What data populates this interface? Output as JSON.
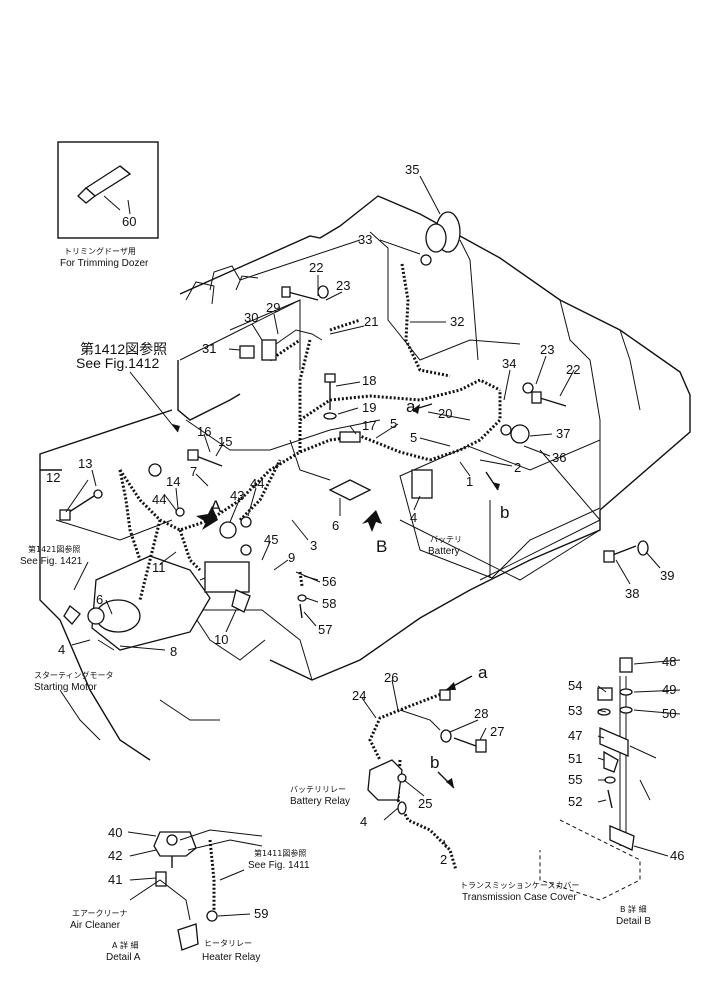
{
  "callouts": [
    {
      "n": "35"
    },
    {
      "n": "33"
    },
    {
      "n": "22"
    },
    {
      "n": "23"
    },
    {
      "n": "29"
    },
    {
      "n": "30"
    },
    {
      "n": "21"
    },
    {
      "n": "32"
    },
    {
      "n": "31"
    },
    {
      "n": "18"
    },
    {
      "n": "19"
    },
    {
      "n": "17"
    },
    {
      "n": "34"
    },
    {
      "n": "23"
    },
    {
      "n": "22"
    },
    {
      "n": "20"
    },
    {
      "n": "5"
    },
    {
      "n": "5"
    },
    {
      "n": "37"
    },
    {
      "n": "36"
    },
    {
      "n": "2"
    },
    {
      "n": "1"
    },
    {
      "n": "16"
    },
    {
      "n": "15"
    },
    {
      "n": "13"
    },
    {
      "n": "12"
    },
    {
      "n": "14"
    },
    {
      "n": "44"
    },
    {
      "n": "7"
    },
    {
      "n": "43"
    },
    {
      "n": "44"
    },
    {
      "n": "3"
    },
    {
      "n": "45"
    },
    {
      "n": "9"
    },
    {
      "n": "6"
    },
    {
      "n": "4"
    },
    {
      "n": "11"
    },
    {
      "n": "6"
    },
    {
      "n": "4"
    },
    {
      "n": "8"
    },
    {
      "n": "10"
    },
    {
      "n": "56"
    },
    {
      "n": "58"
    },
    {
      "n": "57"
    },
    {
      "n": "38"
    },
    {
      "n": "39"
    },
    {
      "n": "26"
    },
    {
      "n": "24"
    },
    {
      "n": "28"
    },
    {
      "n": "27"
    },
    {
      "n": "25"
    },
    {
      "n": "4"
    },
    {
      "n": "2"
    },
    {
      "n": "48"
    },
    {
      "n": "54"
    },
    {
      "n": "49"
    },
    {
      "n": "53"
    },
    {
      "n": "50"
    },
    {
      "n": "47"
    },
    {
      "n": "51"
    },
    {
      "n": "55"
    },
    {
      "n": "52"
    },
    {
      "n": "46"
    },
    {
      "n": "40"
    },
    {
      "n": "42"
    },
    {
      "n": "41"
    },
    {
      "n": "59"
    },
    {
      "n": "60"
    }
  ],
  "refs": {
    "a_upper": "a",
    "a_lower": "a",
    "b_upper": "b",
    "b_lower": "b",
    "view_A": "A",
    "view_B": "B"
  },
  "labels": {
    "trim_jp": "トリミングドーザ用",
    "trim_en": "For Trimming Dozer",
    "fig1412_jp": "第1412図参照",
    "fig1412_en": "See Fig.1412",
    "fig1421_jp": "第1421図参照",
    "fig1421_en": "See Fig. 1421",
    "battery_jp": "バッテリ",
    "battery_en": "Battery",
    "starter_jp": "スターティングモータ",
    "starter_en": "Starting Motor",
    "relay_jp": "バッテリリレー",
    "relay_en": "Battery Relay",
    "fig1411_jp": "第1411図参照",
    "fig1411_en": "See Fig. 1411",
    "trans_jp": "トランスミッションケースカバー",
    "trans_en": "Transmission Case Cover",
    "air_jp": "エアークリーナ",
    "air_en": "Air Cleaner",
    "detA_jp": "A 詳 細",
    "detA_en": "Detail A",
    "heater_jp": "ヒータリレー",
    "heater_en": "Heater Relay",
    "detB_jp": "B 詳 細",
    "detB_en": "Detail B"
  }
}
